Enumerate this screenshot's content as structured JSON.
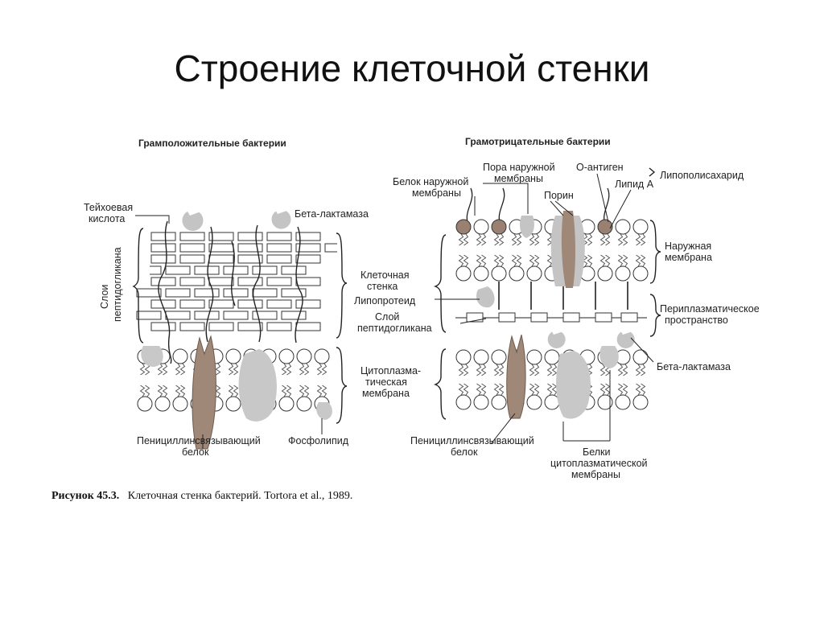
{
  "title": "Строение клеточной стенки",
  "gram_positive": {
    "header": "Грамположительные бактерии",
    "teichoic_1": "Тейхоевая",
    "teichoic_2": "кислота",
    "beta_lactamase": "Бета-лактамаза",
    "pg_layers_1": "Слои",
    "pg_layers_2": "пептидогликана",
    "cell_wall_1": "Клеточная",
    "cell_wall_2": "стенка",
    "cyto_1": "Цитоплазма-",
    "cyto_2": "тическая",
    "cyto_3": "мембрана",
    "pbp_1": "Пенициллинсвязывающий",
    "pbp_2": "белок",
    "phospholipid": "Фосфолипид"
  },
  "gram_negative": {
    "header": "Грамотрицательные бактерии",
    "pore_1": "Пора наружной",
    "pore_2": "мембраны",
    "omp_1": "Белок наружной",
    "omp_2": "мембраны",
    "o_antigen": "О-антиген",
    "porin": "Порин",
    "lipid_a": "Липид А",
    "lps": "Липополисахарид",
    "outer_1": "Наружная",
    "outer_2": "мембрана",
    "lipoprotein": "Липопротеид",
    "pg_1": "Слой",
    "pg_2": "пептидогликана",
    "peri_1": "Периплазматическое",
    "peri_2": "пространство",
    "beta_lactamase": "Бета-лактамаза",
    "pbp_1": "Пенициллинсвязывающий",
    "pbp_2": "белок",
    "cmp_1": "Белки",
    "cmp_2": "цитоплазматической",
    "cmp_3": "мембраны"
  },
  "caption": {
    "label": "Рисунок 45.3.",
    "text": "Клеточная стенка бактерий. Tortora et al., 1989."
  },
  "colors": {
    "protein_brown": "#a08878",
    "protein_gray": "#c4c4c4",
    "lipid_brown": "#9a8070",
    "line": "#222222"
  }
}
